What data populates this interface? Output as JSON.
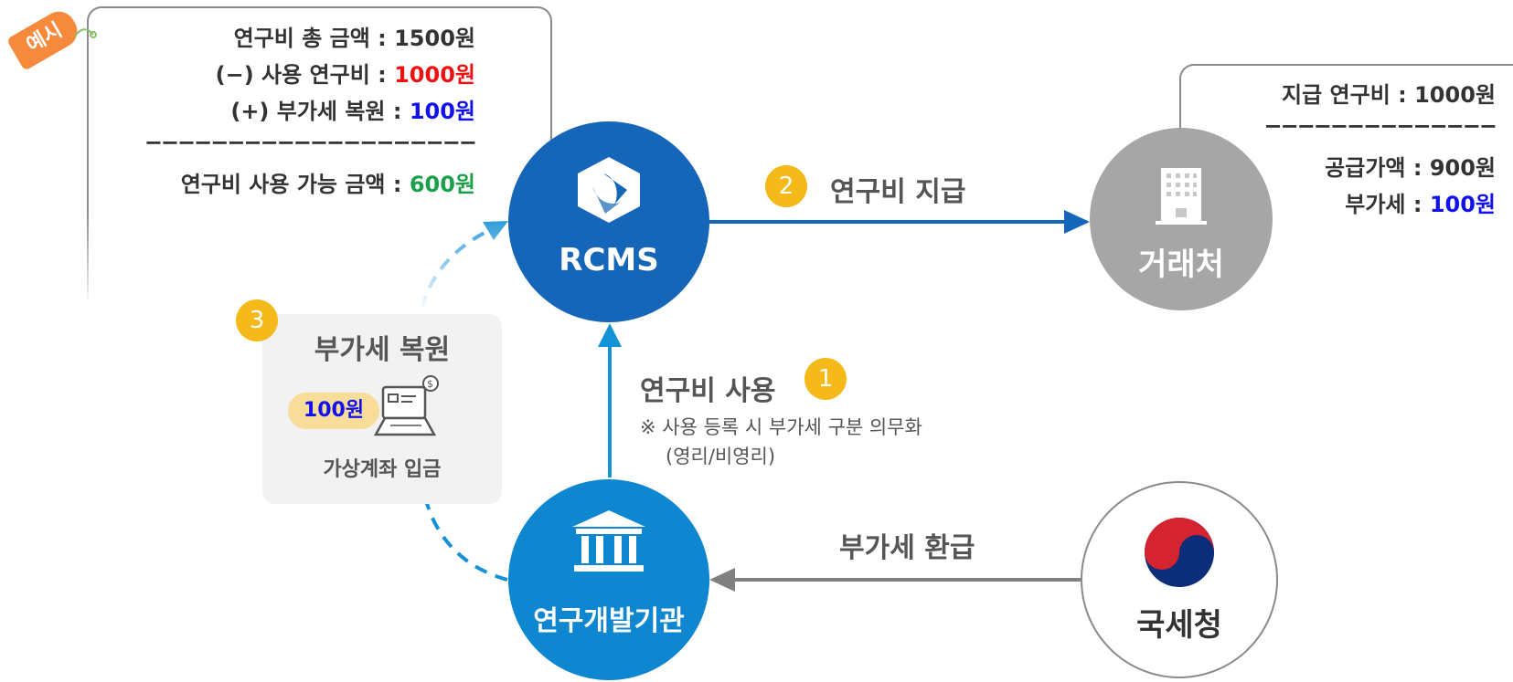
{
  "tag": {
    "label": "예시"
  },
  "summary_box": {
    "total_label": "연구비 총 금액 : ",
    "total_value": "1500원",
    "used_label": "(−) 사용 연구비 : ",
    "used_value": "1000원",
    "vat_label": "(+) 부가세 복원 : ",
    "vat_value": "100원",
    "divider": "−−−−−−−−−−−−−−−−−−−−",
    "available_label": "연구비 사용 가능 금액 : ",
    "available_value": "600원"
  },
  "vendor_box": {
    "paid_label": "지급 연구비 : ",
    "paid_value": "1000원",
    "divider": "−−−−−−−−−−−−−−",
    "supply_label": "공급가액 : ",
    "supply_value": "900원",
    "vat_label": "부가세 : ",
    "vat_value": "100원"
  },
  "nodes": {
    "rcms": "RCMS",
    "vendor": "거래처",
    "institution": "연구개발기관",
    "nts": "국세청"
  },
  "steps": {
    "step1_num": "1",
    "step1_label": "연구비 사용",
    "step1_note": "※ 사용 등록 시 부가세 구분 의무화",
    "step1_note2": "(영리/비영리)",
    "step2_num": "2",
    "step2_label": "연구비 지급",
    "step3_num": "3",
    "step3_title": "부가세 복원",
    "step3_amount": "100원",
    "step3_caption": "가상계좌 입금",
    "refund_label": "부가세 환급"
  },
  "colors": {
    "rcms_blue": "#1565b8",
    "institution_blue": "#0e86d0",
    "vendor_gray": "#a6a6a6",
    "badge_yellow": "#f5b91a",
    "red": "#ee1111",
    "blue": "#1111ee",
    "green": "#1aa04a"
  }
}
